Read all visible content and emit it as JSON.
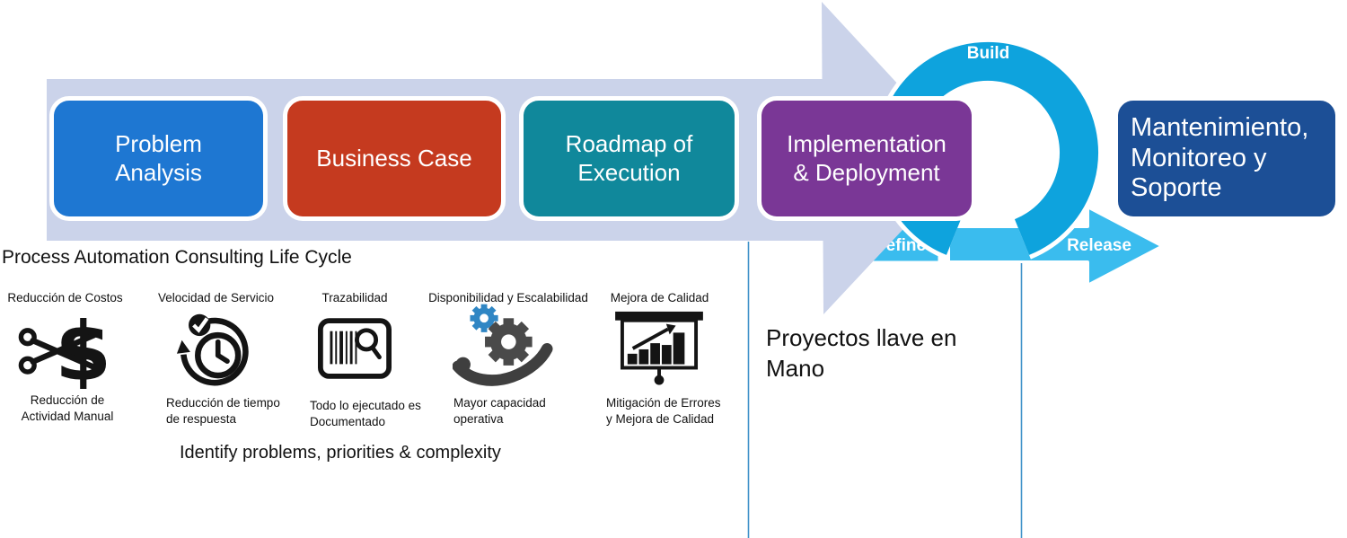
{
  "texts": {
    "title": "Process Automation Consulting Life Cycle",
    "identify": "Identify problems, priorities & complexity",
    "turnkey": "Proyectos llave en\nMano"
  },
  "stages": [
    {
      "label": "Problem\nAnalysis",
      "color": "#1E77D2"
    },
    {
      "label": "Business Case",
      "color": "#C53A1F"
    },
    {
      "label": "Roadmap of\nExecution",
      "color": "#10889B"
    },
    {
      "label": "Implementation\n& Deployment",
      "color": "#7A3796"
    }
  ],
  "maintenance": {
    "label": "Mantenimiento,\nMonitoreo y\nSoporte",
    "color": "#1C4F96"
  },
  "loop": {
    "build_label": "Build",
    "define_label": "Define",
    "release_label": "Release",
    "ring_color": "#0EA3DD",
    "band_color": "#3ABCEE"
  },
  "benefits": [
    {
      "title": "Reducción de Costos",
      "caption": "Reducción de\nActividad Manual",
      "icon": "scissors-dollar"
    },
    {
      "title": "Velocidad de Servicio",
      "caption": "Reducción de tiempo\nde respuesta",
      "icon": "clock-speed"
    },
    {
      "title": "Trazabilidad",
      "caption": "Todo lo ejecutado es\nDocumentado",
      "icon": "barcode-magnifier"
    },
    {
      "title": "Disponibilidad y Escalabilidad",
      "caption": "Mayor capacidad\noperativa",
      "icon": "gears-hand"
    },
    {
      "title": "Mejora de Calidad",
      "caption": "Mitigación de Errores\ny Mejora de Calidad",
      "icon": "growth-chart"
    }
  ],
  "colors": {
    "arrow_lavender": "#CBD3EA",
    "divider_line": "#3F92C9",
    "gear_blue": "#2F86C4",
    "icon_black": "#141414"
  }
}
